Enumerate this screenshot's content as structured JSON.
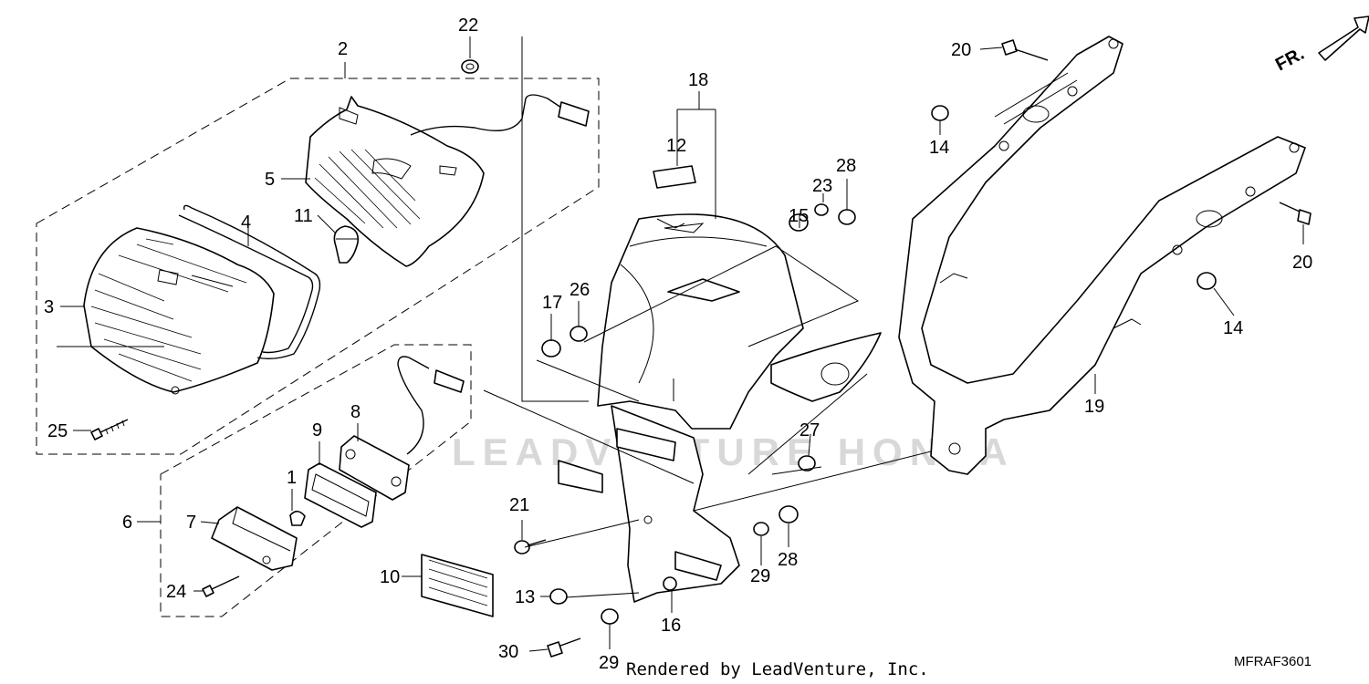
{
  "diagram": {
    "callouts": [
      {
        "id": "c1",
        "label": "1"
      },
      {
        "id": "c2",
        "label": "2"
      },
      {
        "id": "c3",
        "label": "3"
      },
      {
        "id": "c4",
        "label": "4"
      },
      {
        "id": "c5",
        "label": "5"
      },
      {
        "id": "c6",
        "label": "6"
      },
      {
        "id": "c7",
        "label": "7"
      },
      {
        "id": "c8",
        "label": "8"
      },
      {
        "id": "c9",
        "label": "9"
      },
      {
        "id": "c10",
        "label": "10"
      },
      {
        "id": "c11",
        "label": "11"
      },
      {
        "id": "c12",
        "label": "12"
      },
      {
        "id": "c13",
        "label": "13"
      },
      {
        "id": "c14a",
        "label": "14"
      },
      {
        "id": "c14b",
        "label": "14"
      },
      {
        "id": "c15",
        "label": "15"
      },
      {
        "id": "c16",
        "label": "16"
      },
      {
        "id": "c17",
        "label": "17"
      },
      {
        "id": "c18",
        "label": "18"
      },
      {
        "id": "c19",
        "label": "19"
      },
      {
        "id": "c20a",
        "label": "20"
      },
      {
        "id": "c20b",
        "label": "20"
      },
      {
        "id": "c21",
        "label": "21"
      },
      {
        "id": "c22",
        "label": "22"
      },
      {
        "id": "c23",
        "label": "23"
      },
      {
        "id": "c24",
        "label": "24"
      },
      {
        "id": "c25",
        "label": "25"
      },
      {
        "id": "c26",
        "label": "26"
      },
      {
        "id": "c27",
        "label": "27"
      },
      {
        "id": "c28a",
        "label": "28"
      },
      {
        "id": "c28b",
        "label": "28"
      },
      {
        "id": "c29a",
        "label": "29"
      },
      {
        "id": "c29b",
        "label": "29"
      },
      {
        "id": "c30",
        "label": "30"
      }
    ],
    "direction_label": "FR.",
    "diagram_code": "MFRAF3601",
    "watermark": "LEADVENTURE HONDA",
    "footer": "Rendered by LeadVenture, Inc."
  }
}
